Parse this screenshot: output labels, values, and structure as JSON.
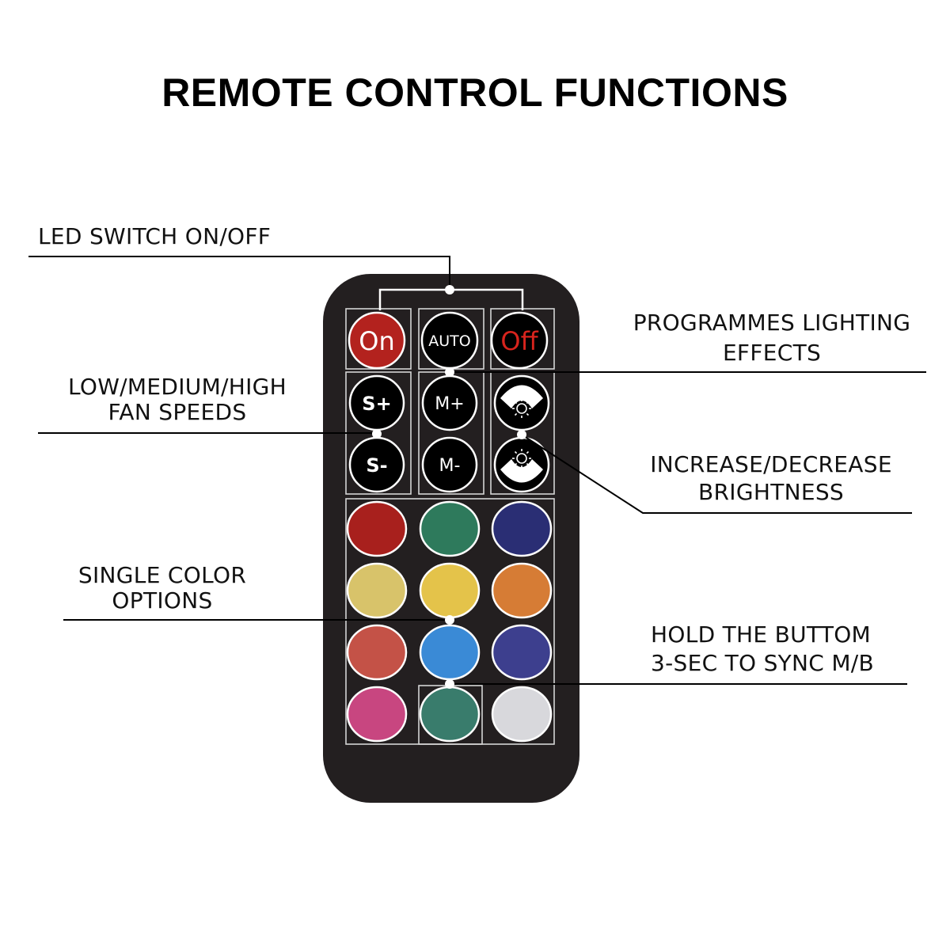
{
  "title": "REMOTE CONTROL FUNCTIONS",
  "callouts": {
    "led_switch": "LED SWITCH ON/OFF",
    "programmes": [
      "PROGRAMMES LIGHTING",
      "EFFECTS"
    ],
    "fan_speeds": [
      "LOW/MEDIUM/HIGH",
      "FAN SPEEDS"
    ],
    "brightness": [
      "INCREASE/DECREASE",
      "BRIGHTNESS"
    ],
    "single_color": [
      "SINGLE COLOR",
      "OPTIONS"
    ],
    "sync": [
      "HOLD THE BUTTOM",
      "3-SEC TO SYNC M/B"
    ]
  },
  "buttons": {
    "on": "On",
    "auto": "AUTO",
    "off": "Off",
    "speed_up": "S+",
    "speed_down": "S-",
    "mode_up": "M+",
    "mode_down": "M-"
  },
  "colors": {
    "remote_body": "#231f20",
    "on_button": "#b3221e",
    "off_text": "#d8241d",
    "swatches": [
      "#a8201d",
      "#2e7a5c",
      "#2a2e74",
      "#d8c36a",
      "#e4c34a",
      "#d67c35",
      "#c45247",
      "#3a8ad6",
      "#3d3f8e",
      "#c84680",
      "#397c6c",
      "#d8d8dc"
    ]
  }
}
